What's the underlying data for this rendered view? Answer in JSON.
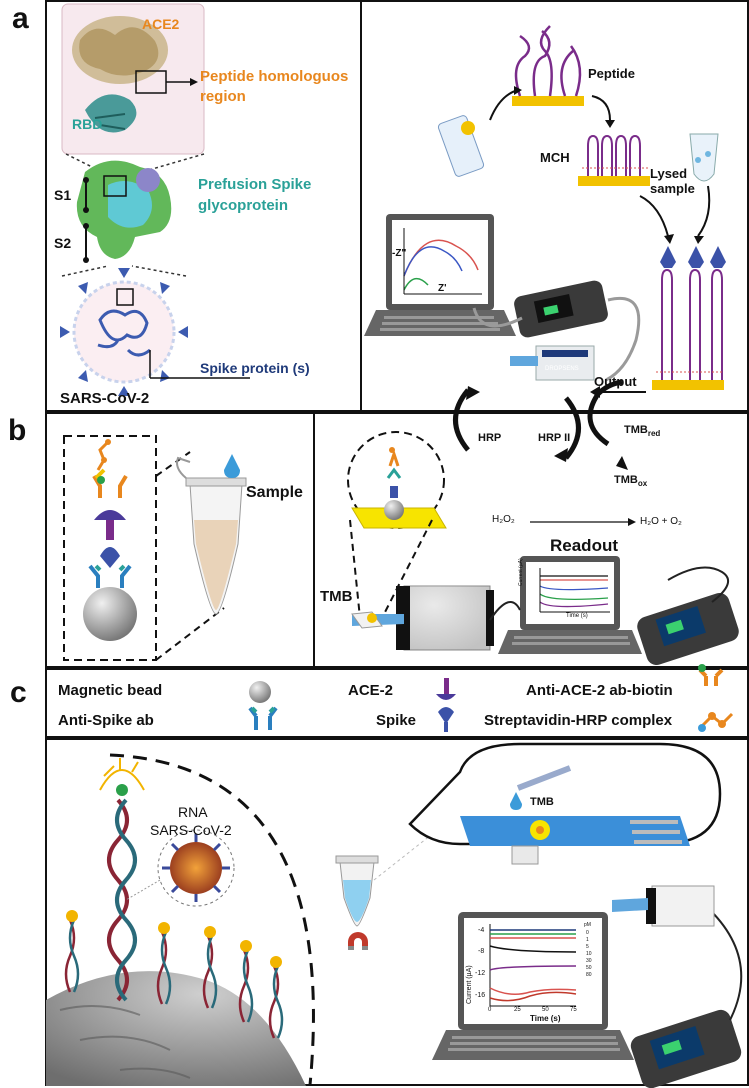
{
  "panel_a": {
    "letter": "a",
    "ace2": "ACE2",
    "peptide_region_1": "Peptide homologuos",
    "peptide_region_2": "region",
    "rbd": "RBD",
    "s1": "S1",
    "s2": "S2",
    "spike_glyco_1": "Prefusion Spike",
    "spike_glyco_2": "glycoprotein",
    "spike_protein": "Spike protein (s)",
    "virus": "SARS-CoV-2",
    "peptide": "Peptide",
    "mch": "MCH",
    "lysed_1": "Lysed",
    "lysed_2": "sample",
    "output": "Output",
    "z_im": "-Z''",
    "z_re": "Z'",
    "device_brand": "DROPSENS"
  },
  "panel_b": {
    "letter": "b",
    "sample": "Sample",
    "hrp": "HRP",
    "hrp2": "HRP II",
    "tmb_red": "TMB",
    "tmb_red_sub": "red",
    "tmb_ox": "TMB",
    "tmb_ox_sub": "ox",
    "h2o2": "H₂O₂",
    "h2o_o2": "H₂O + O₂",
    "readout": "Readout",
    "tmb": "TMB",
    "ylabel": "Current (µA)",
    "xlabel": "Time (s)"
  },
  "legend": {
    "magnetic_bead": "Magnetic bead",
    "ace2": "ACE-2",
    "anti_ace2": "Anti-ACE-2 ab-biotin",
    "anti_spike": "Anti-Spike ab",
    "spike": "Spike",
    "strep": "Streptavidin-HRP complex"
  },
  "panel_c": {
    "letter": "c",
    "rna_1": "RNA",
    "rna_2": "SARS-CoV-2",
    "tmb": "TMB",
    "ylabel": "Current (µA)",
    "xlabel": "Time (s)",
    "yticks": [
      "-4",
      "-8",
      "-12",
      "-16"
    ],
    "xticks": [
      "0",
      "25",
      "50",
      "75"
    ],
    "legend_title": "pM",
    "legend_items": [
      "0",
      "1",
      "5",
      "10",
      "30",
      "50",
      "80"
    ]
  },
  "colors": {
    "orange": "#e8871e",
    "teal": "#2aa198",
    "navy": "#1f3a7a",
    "purple": "#7a2c8a",
    "gold": "#f2c200"
  }
}
